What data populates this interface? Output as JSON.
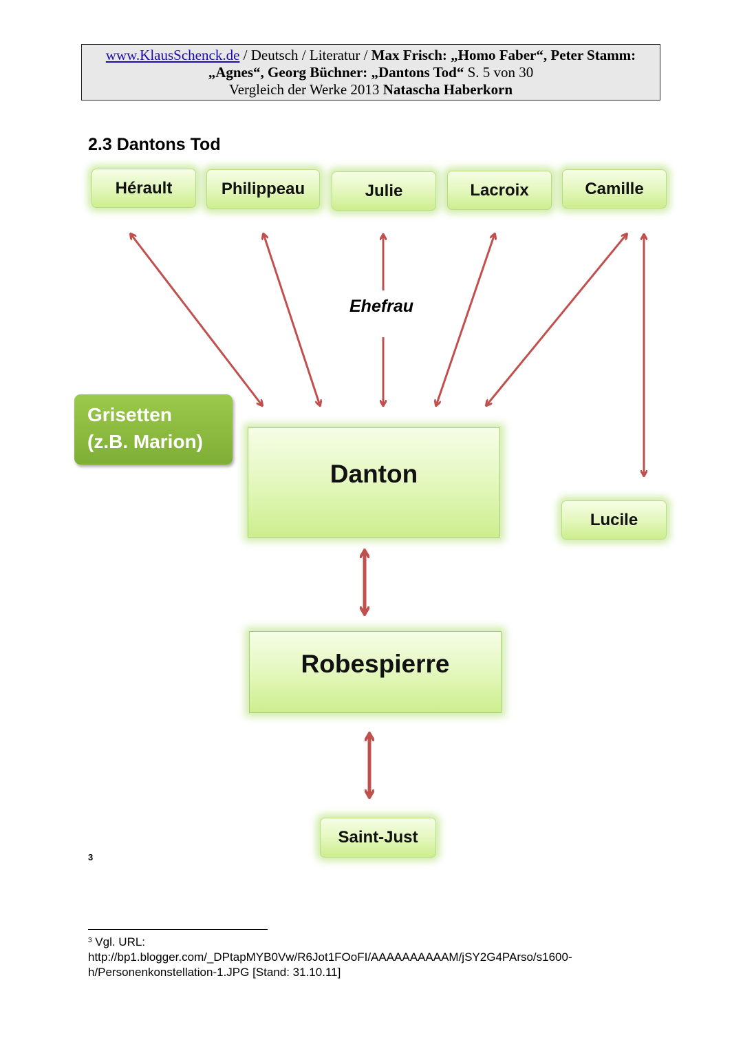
{
  "header": {
    "link_text": "www.KlausSchenck.de",
    "line1_middle": " / Deutsch / Literatur / ",
    "line1_bold": "Max Frisch: „Homo Faber“, Peter Stamm:",
    "line2_bold": "„Agnes“, Georg Büchner: „Dantons Tod“",
    "line2_page": " S. 5 von 30",
    "line3_text": "Vergleich der Werke 2013 ",
    "line3_bold": "Natascha Haberkorn"
  },
  "section_title": "2.3 Dantons Tod",
  "diagram": {
    "nodes": {
      "herault": "Hérault",
      "philippeau": "Philippeau",
      "julie": "Julie",
      "lacroix": "Lacroix",
      "camille": "Camille",
      "lucile": "Lucile",
      "danton": "Danton",
      "robespierre": "Robespierre",
      "saint_just": "Saint-Just"
    },
    "grisetten_line1": "Grisetten",
    "grisetten_line2": "(z.B. Marion)",
    "edge_label": "Ehefrau",
    "arrow_color": "#c0504d",
    "node_color": "#e6f8c2",
    "grisetten_color": "#8dbb41"
  },
  "footnote_marker": "3",
  "footnote": {
    "number": "3",
    "line1": " Vgl. URL:",
    "line2": "http://bp1.blogger.com/_DPtapMYB0Vw/R6Jot1FOoFI/AAAAAAAAAAM/jSY2G4PArso/s1600-",
    "line3": "h/Personenkonstellation-1.JPG [Stand: 31.10.11]"
  }
}
